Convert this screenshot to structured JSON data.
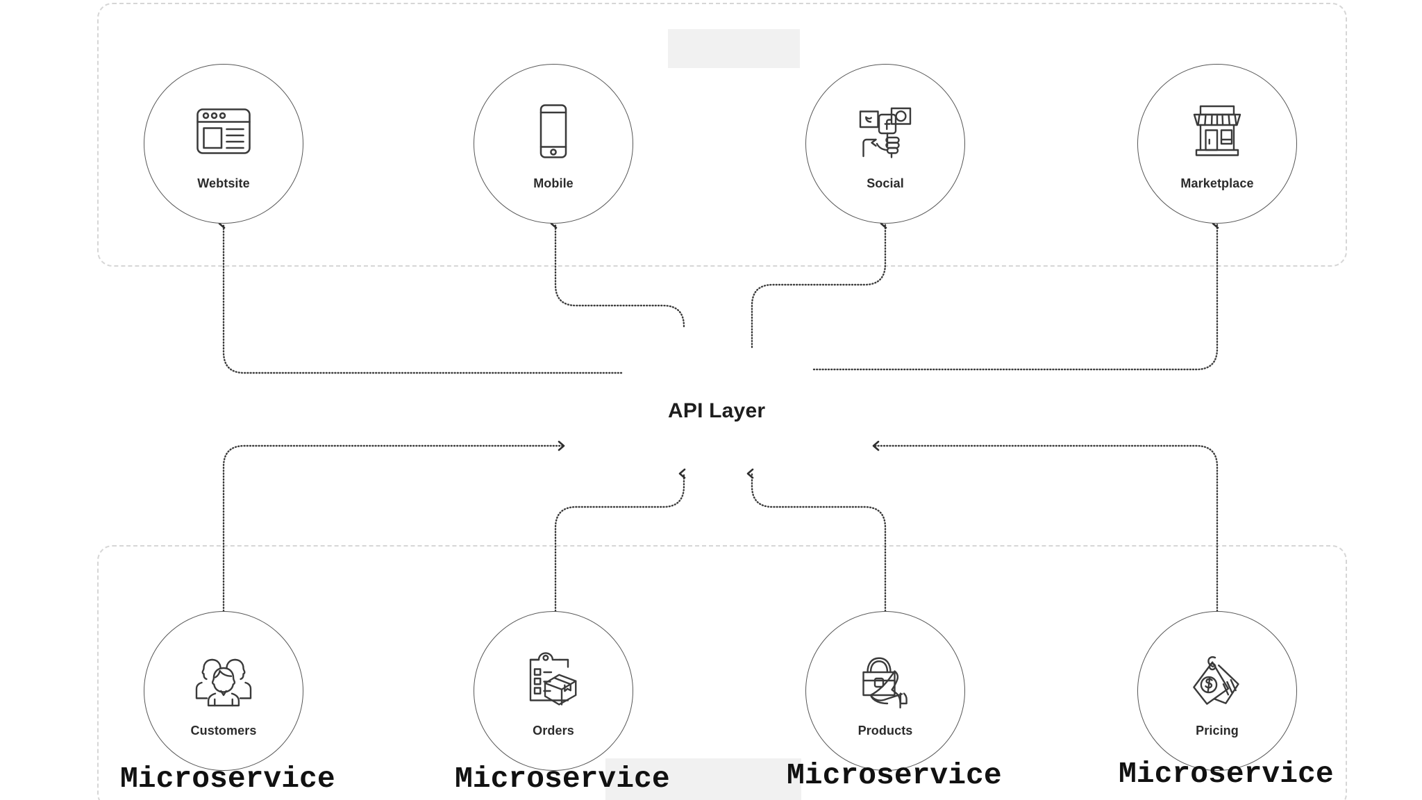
{
  "diagram": {
    "title_center": "API Layer",
    "accent_line_color": "#3c3c3c",
    "container_border_color": "#d6d6d6",
    "node_border_color": "#565656",
    "placeholder_color": "#f1f1f1"
  },
  "channels": {
    "nodes": [
      {
        "label": "Webtsite",
        "icon": "browser-window-icon"
      },
      {
        "label": "Mobile",
        "icon": "smartphone-icon"
      },
      {
        "label": "Social",
        "icon": "social-media-hand-icon"
      },
      {
        "label": "Marketplace",
        "icon": "storefront-icon"
      }
    ]
  },
  "services": {
    "nodes": [
      {
        "label": "Customers",
        "icon": "people-group-icon",
        "caption": "Microservice"
      },
      {
        "label": "Orders",
        "icon": "clipboard-box-icon",
        "caption": "Microservice"
      },
      {
        "label": "Products",
        "icon": "handbag-heel-icon",
        "caption": "Microservice"
      },
      {
        "label": "Pricing",
        "icon": "price-tags-icon",
        "caption": "Microservice"
      }
    ]
  }
}
